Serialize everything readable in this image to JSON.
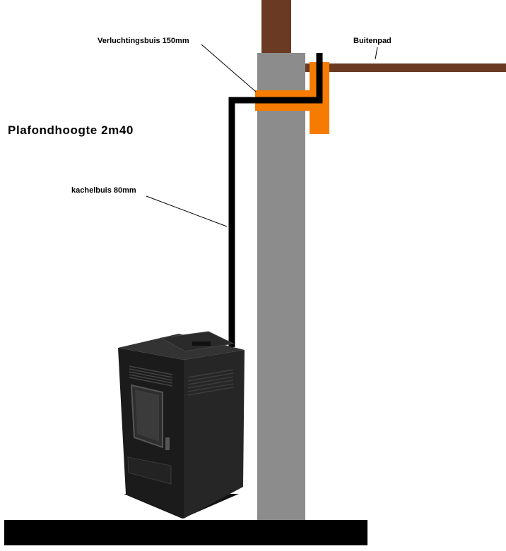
{
  "labels": {
    "ventilation_pipe": "Verluchtingsbuis 150mm",
    "outside_wall": "Buitenpad",
    "ceiling_height": "Plafondhoogte 2m40",
    "stove_pipe": "kachelbuis 80mm"
  },
  "colors": {
    "wall": "#8c8c8c",
    "beam": "#6b3a22",
    "vent_pipe": "#f57c00",
    "stove_pipe": "#000000",
    "floor": "#000000",
    "stove_body": "#1e1e1e"
  }
}
